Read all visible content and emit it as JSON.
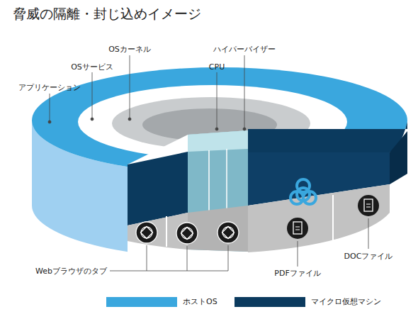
{
  "diagram": {
    "title": "脅威の隔離・封じ込めイメージ",
    "labels": [
      "OSカーネル",
      "ハイパーバイザー",
      "OSサービス",
      "CPU",
      "アプリケーション",
      "Webブラウザのタブ",
      "PDFファイル",
      "DOCファイル"
    ],
    "legend": [
      {
        "text": "ホストOS",
        "color": "#3aa7de"
      },
      {
        "text": "マイクロ仮想マシン",
        "color": "#0b3a5e"
      }
    ]
  }
}
